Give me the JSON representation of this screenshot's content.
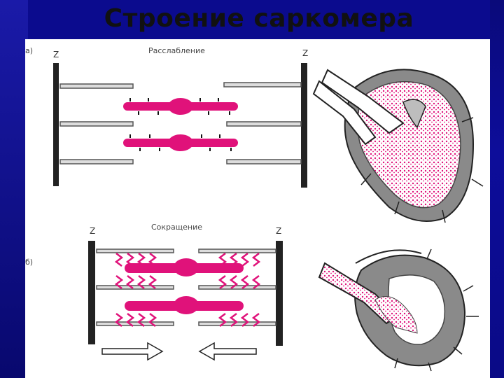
{
  "title": "Строение саркомера",
  "panel_a": {
    "marker": "а)",
    "state_label": "Расслабление",
    "z_left": "Z",
    "z_right": "Z"
  },
  "panel_b": {
    "marker": "б)",
    "state_label": "Сокращение",
    "z_left": "Z",
    "z_right": "Z"
  },
  "colors": {
    "background": "#0b0b8e",
    "myosin": "#e0127a",
    "heart_wall": "#8a8a8a",
    "line": "#222222"
  }
}
